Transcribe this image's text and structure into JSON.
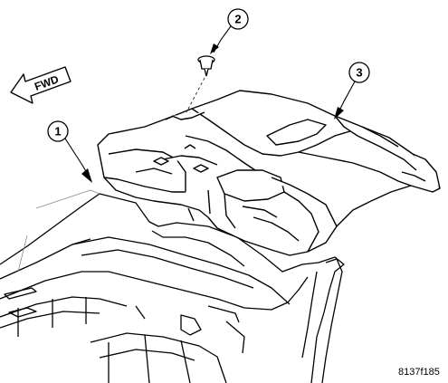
{
  "diagram": {
    "fwd_label": "FWD",
    "callouts": [
      {
        "number": "1"
      },
      {
        "number": "2"
      },
      {
        "number": "3"
      }
    ],
    "figure_id": "8137f185"
  }
}
